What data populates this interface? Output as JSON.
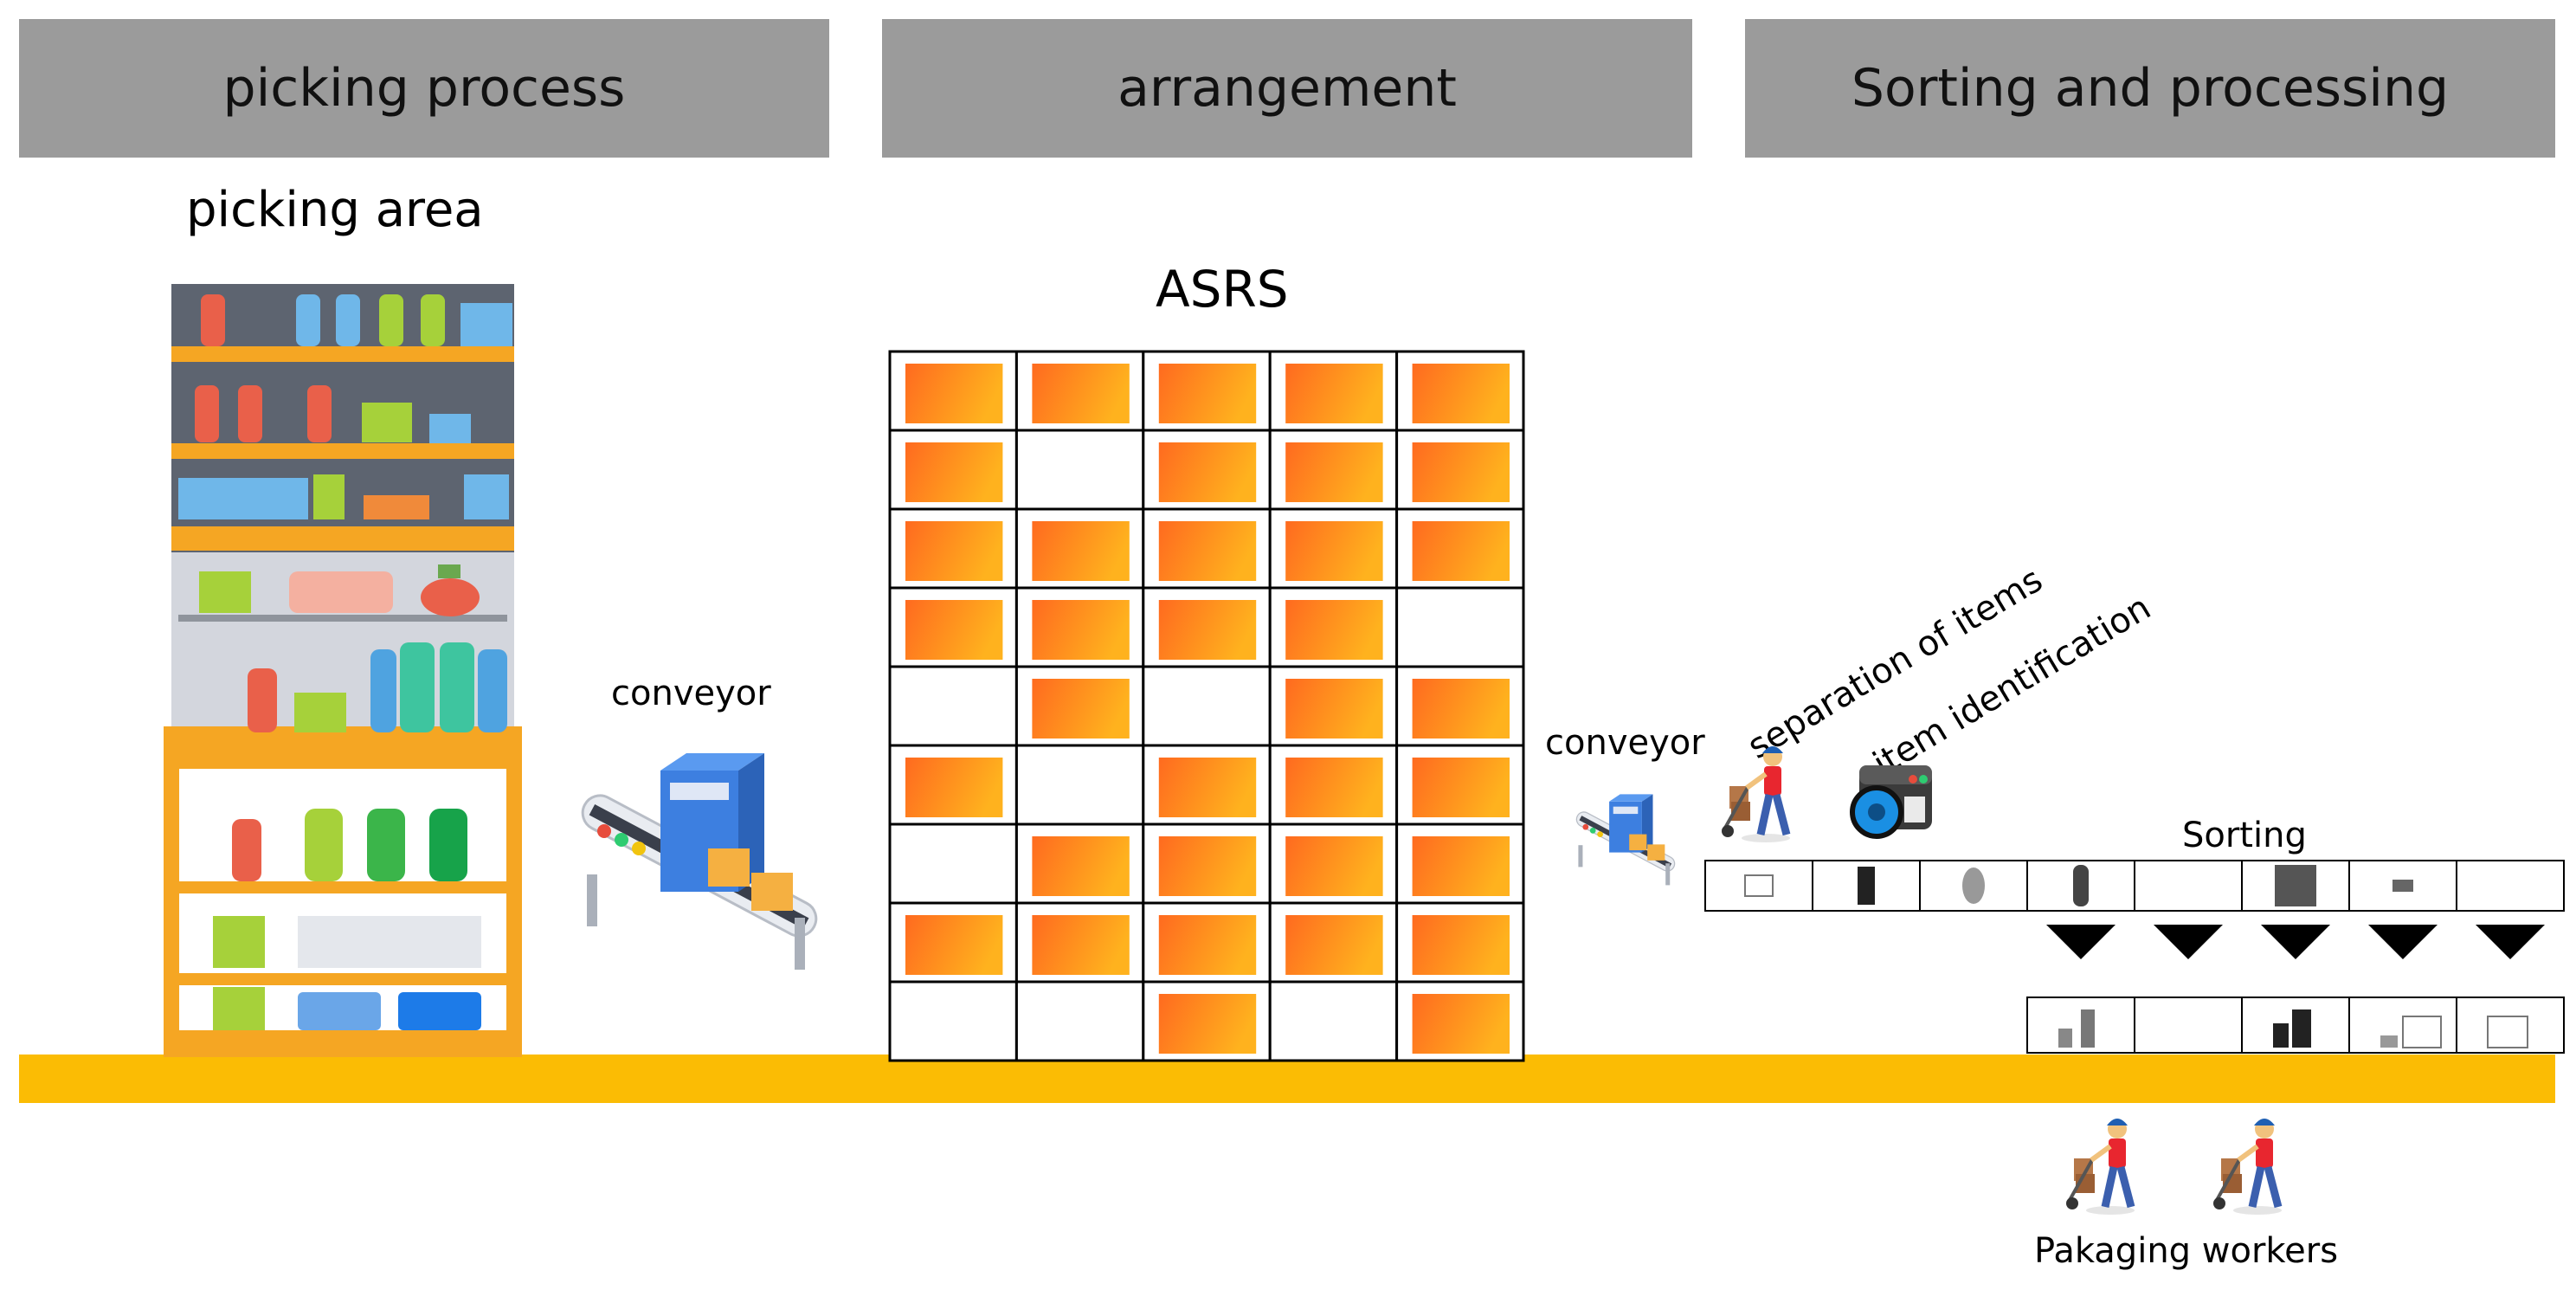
{
  "stages": [
    {
      "title": "picking process"
    },
    {
      "title": "arrangement"
    },
    {
      "title": "Sorting and processing"
    }
  ],
  "labels": {
    "picking_area": "picking area",
    "asrs": "ASRS",
    "conveyor_1": "conveyor",
    "conveyor_2": "conveyor",
    "separation": "separation of items",
    "identification": "item identification",
    "sorting": "Sorting",
    "packaging": "Pakaging workers"
  },
  "asrs_grid": {
    "rows": 9,
    "cols": 5,
    "occupied": [
      [
        1,
        1,
        1,
        1,
        1
      ],
      [
        1,
        0,
        1,
        1,
        1
      ],
      [
        1,
        1,
        1,
        1,
        1
      ],
      [
        1,
        1,
        1,
        1,
        0
      ],
      [
        0,
        1,
        0,
        1,
        1
      ],
      [
        1,
        0,
        1,
        1,
        1
      ],
      [
        0,
        1,
        1,
        1,
        1
      ],
      [
        1,
        1,
        1,
        1,
        1
      ],
      [
        0,
        0,
        1,
        0,
        1
      ]
    ]
  },
  "sorter": {
    "slots": 8,
    "outputs": 5
  },
  "icons": {
    "shelf": "shelf-icon",
    "conveyor": "conveyor-icon",
    "worker": "worker-icon",
    "camera": "camera-icon",
    "arrow": "triangle-down-icon"
  },
  "colors": {
    "header": "#9b9b9b",
    "floor": "#fbbc04",
    "box_from": "#ff6a1f",
    "box_to": "#ffb21e",
    "shelf_frame": "#f5a623",
    "machine": "#3d7fe0"
  }
}
